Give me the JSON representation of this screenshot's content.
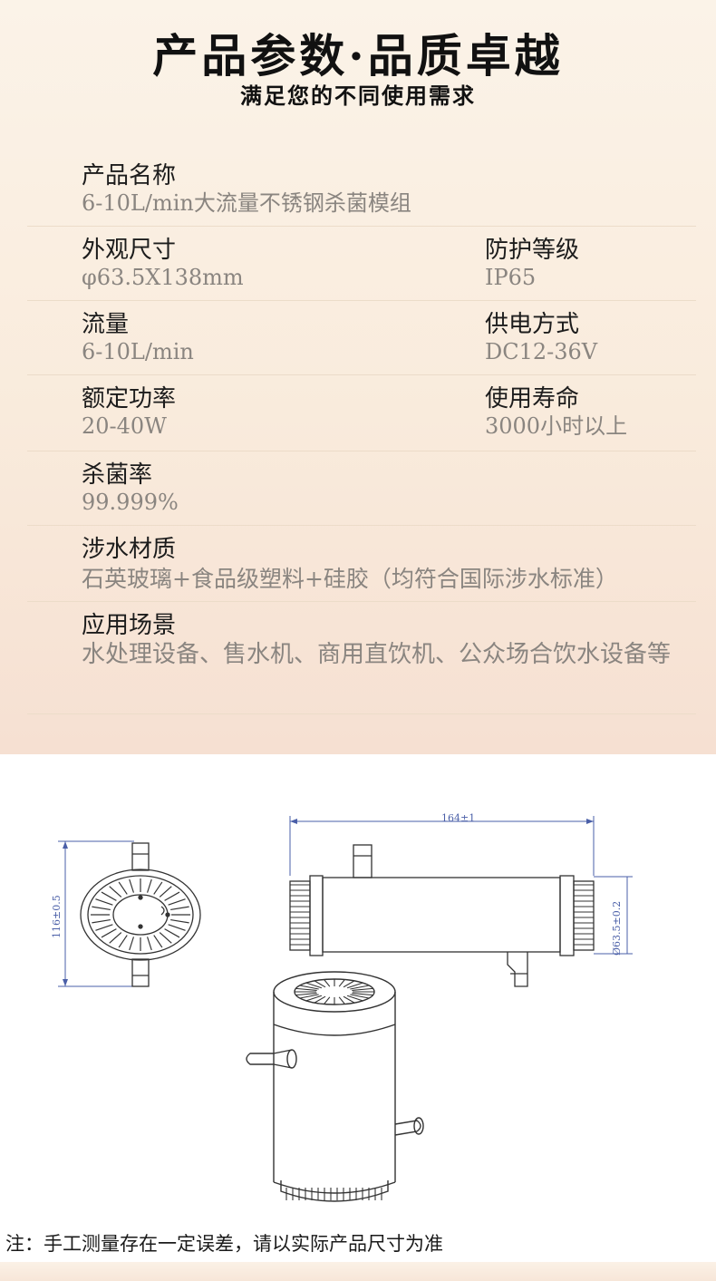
{
  "header": {
    "title": "产品参数·品质卓越",
    "subtitle": "满足您的不同使用需求"
  },
  "specs": {
    "name": {
      "label": "产品名称",
      "value": "6-10L/min大流量不锈钢杀菌模组"
    },
    "size": {
      "label": "外观尺寸",
      "value": "φ63.5X138mm"
    },
    "protection": {
      "label": "防护等级",
      "value": "IP65"
    },
    "flow": {
      "label": "流量",
      "value": "6-10L/min"
    },
    "power_supply": {
      "label": "供电方式",
      "value": "DC12-36V"
    },
    "rated_power": {
      "label": "额定功率",
      "value": "20-40W"
    },
    "lifespan": {
      "label": "使用寿命",
      "value": "3000小时以上"
    },
    "sterilization_rate": {
      "label": "杀菌率",
      "value": "99.999%"
    },
    "wetted_material": {
      "label": "涉水材质",
      "value": "石英玻璃+食品级塑料+硅胶（均符合国际涉水标准）"
    },
    "application": {
      "label": "应用场景",
      "value": "水处理设备、售水机、商用直饮机、公众场合饮水设备等"
    }
  },
  "drawing": {
    "dim_length": "164±1",
    "dim_height": "116±0.5",
    "dim_diameter": "Ø63.5±0.2"
  },
  "note": "注：手工测量存在一定误差，请以实际产品尺寸为准"
}
